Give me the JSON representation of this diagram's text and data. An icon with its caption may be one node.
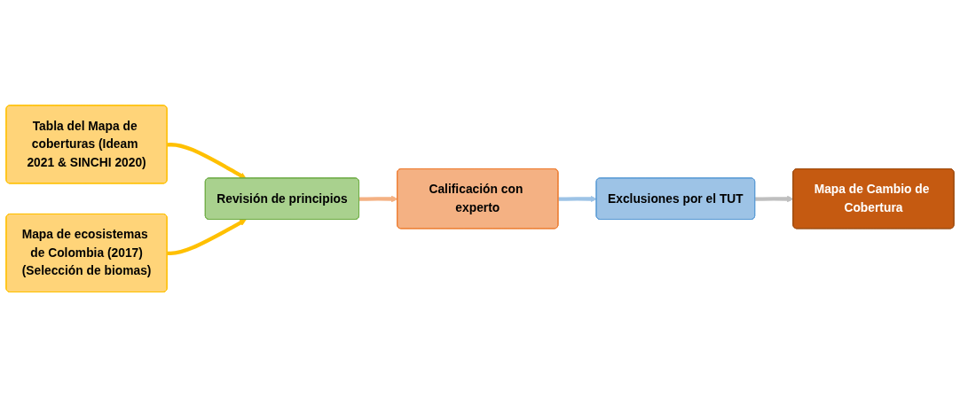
{
  "diagram": {
    "nodes": [
      {
        "text": [
          "Tabla del Mapa de coberturas (Ideam 2021 & SINCHI 2020)"
        ]
      },
      {
        "text": [
          "Mapa de ecosistemas de Colombia (2017)",
          "(Selección de biomas)"
        ]
      },
      {
        "text": [
          "Revisión de principios"
        ]
      },
      {
        "text": [
          "Calificación con experto"
        ]
      },
      {
        "text": [
          "Exclusiones por el TUT"
        ]
      },
      {
        "text": [
          "Mapa de Cambio de Cobertura"
        ]
      }
    ],
    "edges": [
      {
        "from": 0,
        "to": 2,
        "arrow": "to",
        "color": "#ffc000"
      },
      {
        "from": 1,
        "to": 2,
        "arrow": "to",
        "color": "#ffc000"
      },
      {
        "from": 2,
        "to": 3,
        "arrow": "to",
        "color": "#f4b183"
      },
      {
        "from": 3,
        "to": 4,
        "arrow": "to",
        "color": "#9dc3e6"
      },
      {
        "from": 4,
        "to": 5,
        "arrow": "to",
        "color": "#bfbfbf"
      }
    ]
  }
}
